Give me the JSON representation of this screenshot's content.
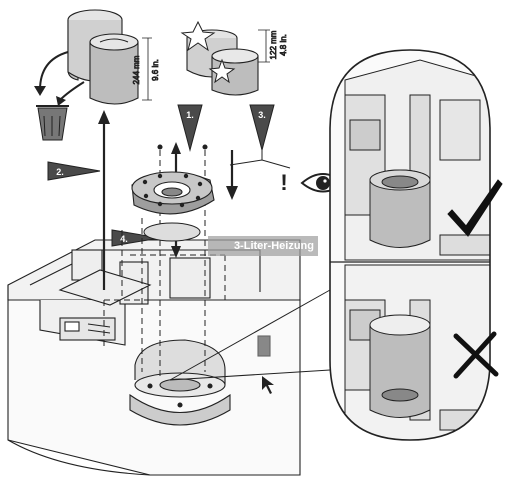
{
  "dimensions": {
    "left_mm": "244 mm",
    "left_in": "9.6 in.",
    "right_mm": "122 mm",
    "right_in": "4.8 in."
  },
  "steps": [
    "1.",
    "2.",
    "3.",
    "4."
  ],
  "attention_mark": "!",
  "watermark_text": "3-Liter-Heizung",
  "icons": {
    "correct": "check-mark-icon",
    "incorrect": "x-mark-icon",
    "inspect": "eye-icon",
    "discard": "waste-bin-icon"
  },
  "colors": {
    "insulation": "#bdbdbd",
    "outline": "#222222",
    "step_marker": "#4a4a4a",
    "watermark": "#a0a0a0"
  }
}
